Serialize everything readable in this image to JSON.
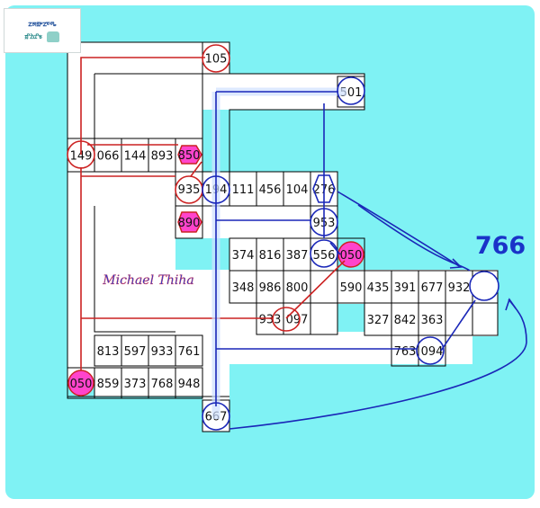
{
  "logo": {
    "line1": "ᤁᤈᤀᤸᤁᤰᤛᤱ",
    "line2": "ᤀᤡᤁᤧᤂᤡᤃ"
  },
  "watermark": "Michael Thiha",
  "result": "766",
  "colors": {
    "background": "#7ff2f4",
    "frame": "#ffffff",
    "red_line": "#cc2222",
    "blue_line": "#1a27b8",
    "magenta_fill": "#ff44cc",
    "result_text": "#1a33c8"
  },
  "rows": {
    "top_105": [
      "105"
    ],
    "top_501": [
      "501"
    ],
    "row_149": [
      "149",
      "066",
      "144",
      "893",
      "850"
    ],
    "row_935": [
      "935",
      "194",
      "111",
      "456",
      "104",
      "276"
    ],
    "row_953": [
      "953"
    ],
    "row_890": [
      "890"
    ],
    "row_374": [
      "374",
      "816",
      "387",
      "556",
      "050"
    ],
    "row_348": [
      "348",
      "986",
      "800"
    ],
    "row_590": [
      "590",
      "435",
      "391",
      "677",
      "932"
    ],
    "row_933": [
      "933",
      "097"
    ],
    "row_327": [
      "327",
      "842",
      "363"
    ],
    "row_813": [
      "813",
      "597",
      "933",
      "761"
    ],
    "row_763": [
      "763",
      "094"
    ],
    "row_859": [
      "050",
      "859",
      "373",
      "768",
      "948"
    ],
    "bottom_667": [
      "667"
    ]
  }
}
